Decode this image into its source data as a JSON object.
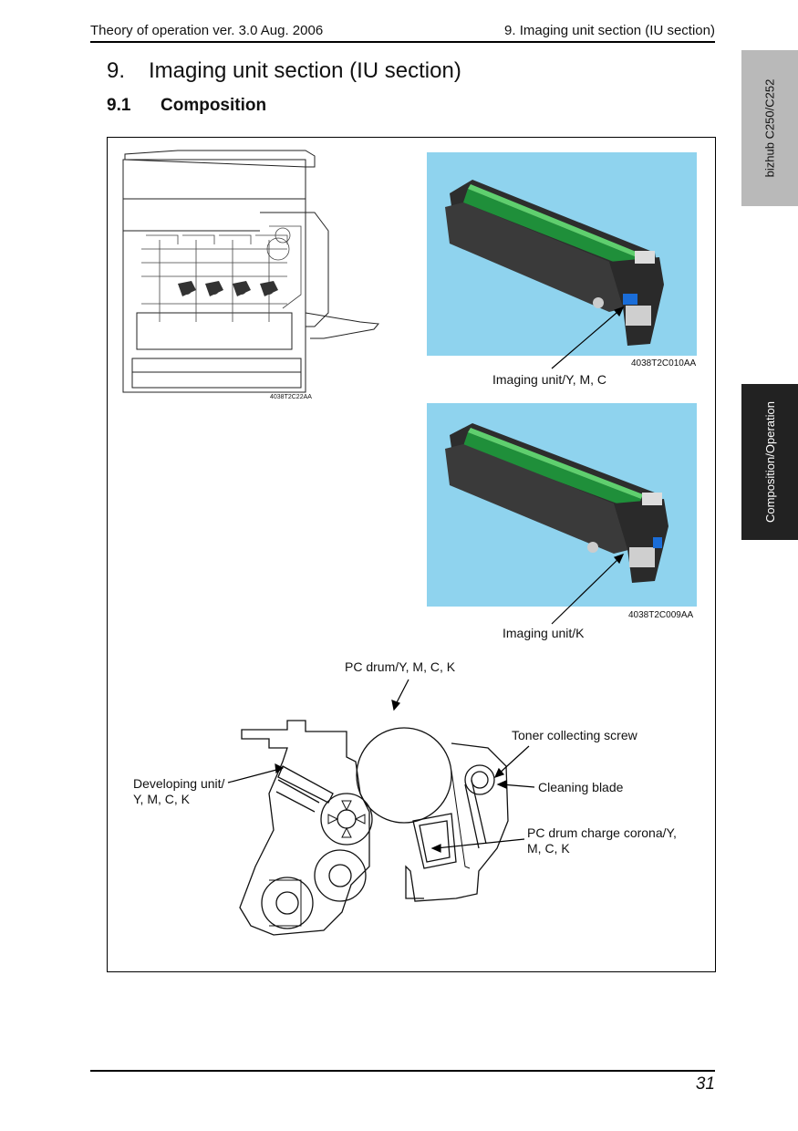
{
  "header": {
    "left": "Theory of operation ver. 3.0 Aug. 2006",
    "right": "9. Imaging unit section (IU section)"
  },
  "heading": {
    "number": "9.",
    "title": "Imaging unit section (IU section)"
  },
  "subheading": {
    "number": "9.1",
    "title": "Composition"
  },
  "side_tabs": {
    "model": "bizhub C250/C252",
    "section": "Composition/Operation"
  },
  "figure": {
    "machine_code": "4038T2C22AA",
    "photo_ymc": {
      "code": "4038T2C010AA",
      "label": "Imaging unit/Y, M, C"
    },
    "photo_k": {
      "code": "4038T2C009AA",
      "label": "Imaging unit/K"
    },
    "callouts": {
      "pc_drum": "PC drum/Y, M, C, K",
      "toner_screw": "Toner collecting screw",
      "cleaning_blade": "Cleaning blade",
      "developing_line1": "Developing unit/",
      "developing_line2": "Y, M, C, K",
      "charge_line1": "PC drum charge corona/Y,",
      "charge_line2": "M, C, K"
    }
  },
  "footer": {
    "page_number": "31"
  }
}
